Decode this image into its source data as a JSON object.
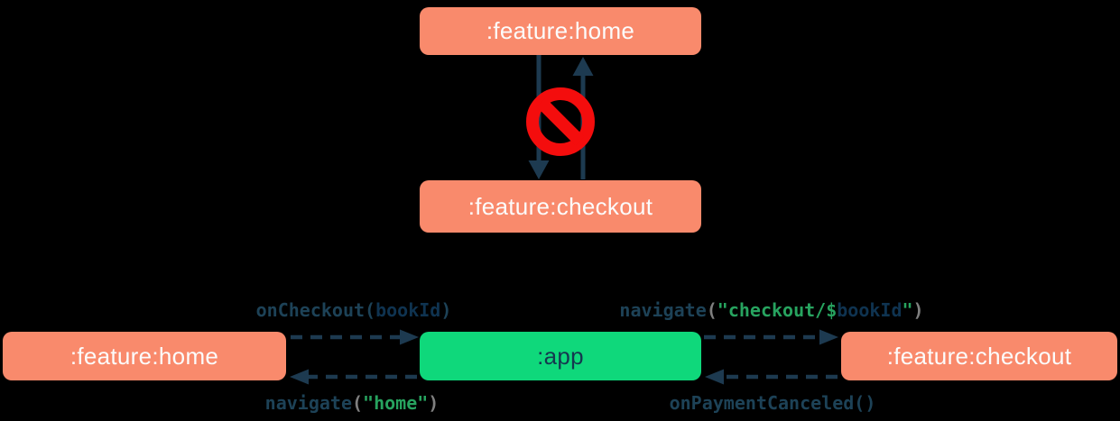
{
  "colors": {
    "background": "#000000",
    "module": "#F98A6C",
    "app_module": "#0FD87B",
    "arrow": "#1D3A50",
    "forbidden": "#F40D0D",
    "box_text": "#FCFCFC",
    "app_text": "#15384F",
    "code_navy": "#1D4257",
    "code_navy_bold": "#0F3350",
    "code_green": "#27A35F",
    "code_gray": "#7F7F7F"
  },
  "top_diagram": {
    "home_label": ":feature:home",
    "checkout_label": ":feature:checkout",
    "forbidden_icon": "no-entry-icon"
  },
  "bottom_diagram": {
    "home_label": ":feature:home",
    "app_label": ":app",
    "checkout_label": ":feature:checkout",
    "labels": {
      "on_checkout": {
        "text": "onCheckout(bookId)",
        "tokens": [
          {
            "t": "onCheckout",
            "c": "navy"
          },
          {
            "t": "(",
            "c": "navy"
          },
          {
            "t": "bookId",
            "c": "navy_bold"
          },
          {
            "t": ")",
            "c": "navy"
          }
        ]
      },
      "navigate_checkout": {
        "text": "navigate(\"checkout/$bookId\")",
        "tokens": [
          {
            "t": "navigate",
            "c": "navy"
          },
          {
            "t": "(",
            "c": "gray"
          },
          {
            "t": "\"checkout/$",
            "c": "green"
          },
          {
            "t": "bookId",
            "c": "navy_bold"
          },
          {
            "t": "\"",
            "c": "green"
          },
          {
            "t": ")",
            "c": "gray"
          }
        ]
      },
      "navigate_home": {
        "text": "navigate(\"home\")",
        "tokens": [
          {
            "t": "navigate",
            "c": "navy"
          },
          {
            "t": "(",
            "c": "gray"
          },
          {
            "t": "\"home\"",
            "c": "green"
          },
          {
            "t": ")",
            "c": "gray"
          }
        ]
      },
      "on_payment_canceled": {
        "text": "onPaymentCanceled()",
        "tokens": [
          {
            "t": "onPaymentCanceled",
            "c": "navy"
          },
          {
            "t": "()",
            "c": "navy"
          }
        ]
      }
    }
  }
}
